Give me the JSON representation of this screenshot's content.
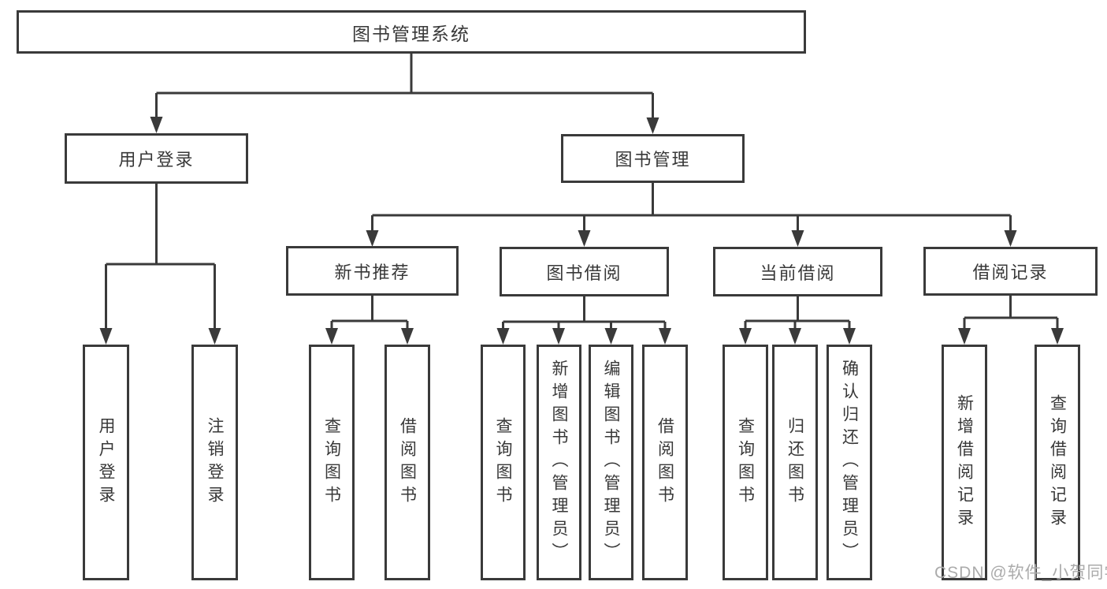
{
  "diagram": {
    "title": "图书管理系统",
    "root": {
      "label": "图书管理系统"
    },
    "level2": [
      {
        "label": "用户登录"
      },
      {
        "label": "图书管理"
      }
    ],
    "level3": [
      {
        "label": "新书推荐"
      },
      {
        "label": "图书借阅"
      },
      {
        "label": "当前借阅"
      },
      {
        "label": "借阅记录"
      }
    ],
    "leaves": {
      "user_login": [
        {
          "label": "用户登录"
        },
        {
          "label": "注销登录"
        }
      ],
      "new_books": [
        {
          "label": "查询图书"
        },
        {
          "label": "借阅图书"
        }
      ],
      "book_borrow": [
        {
          "label": "查询图书"
        },
        {
          "label": "新增图书（管理员）"
        },
        {
          "label": "编辑图书（管理员）"
        },
        {
          "label": "借阅图书"
        }
      ],
      "current_borrow": [
        {
          "label": "查询图书"
        },
        {
          "label": "归还图书"
        },
        {
          "label": "确认归还（管理员）"
        }
      ],
      "borrow_records": [
        {
          "label": "新增借阅记录"
        },
        {
          "label": "查询借阅记录"
        }
      ]
    },
    "watermark": "CSDN @软件_小贺同学",
    "colors": {
      "line": "#3a3a3a",
      "text": "#383838",
      "watermark": "#ababab",
      "background": "#ffffff"
    }
  }
}
